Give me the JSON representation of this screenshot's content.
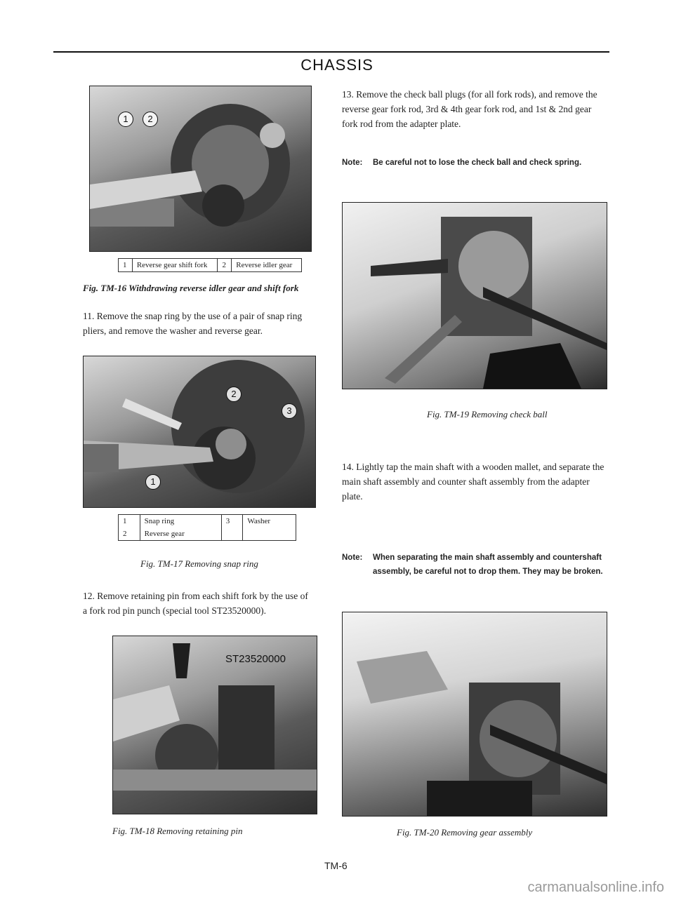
{
  "header": {
    "title": "CHASSIS",
    "page_number": "TM-6"
  },
  "fig16": {
    "callouts": [
      "1",
      "2"
    ],
    "legend": [
      {
        "num": "1",
        "label": "Reverse gear shift fork"
      },
      {
        "num": "2",
        "label": "Reverse idler gear"
      }
    ],
    "caption": "Fig. TM-16 Withdrawing reverse idler gear and shift fork"
  },
  "step11": "11. Remove the snap ring by the use of a pair of snap ring pliers, and remove the washer and reverse gear.",
  "fig17": {
    "callouts": [
      "1",
      "2",
      "3"
    ],
    "legend": [
      {
        "num": "1",
        "label": "Snap ring"
      },
      {
        "num": "2",
        "label": "Reverse gear"
      },
      {
        "num": "3",
        "label": "Washer"
      }
    ],
    "caption": "Fig. TM-17 Removing snap ring"
  },
  "step12": "12. Remove retaining pin from each shift fork by the use of a fork rod pin punch (special tool ST23520000).",
  "fig18": {
    "tool_label": "ST23520000",
    "caption": "Fig. TM-18 Removing retaining pin"
  },
  "step13": "13. Remove the check ball plugs (for all fork rods), and remove the reverse gear fork rod, 3rd & 4th gear fork rod, and 1st & 2nd gear fork rod from the adapter plate.",
  "note1": {
    "label": "Note:",
    "text": "Be careful not to lose the check ball and check spring."
  },
  "fig19": {
    "caption": "Fig. TM-19 Removing check ball"
  },
  "step14": "14. Lightly tap the main shaft with a wooden mallet, and separate the main shaft assembly and counter shaft assembly from the adapter plate.",
  "note2": {
    "label": "Note:",
    "text": "When separating the main shaft assembly and countershaft assembly, be careful not to drop them. They may be broken."
  },
  "fig20": {
    "caption": "Fig. TM-20 Removing gear assembly"
  },
  "watermark": "carmanualsonline.info"
}
